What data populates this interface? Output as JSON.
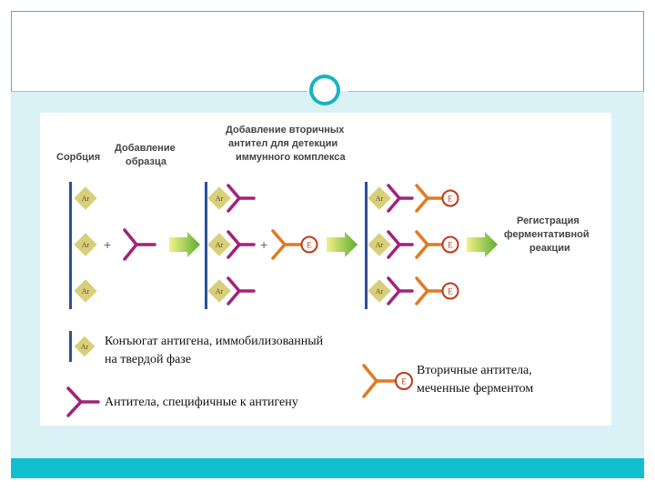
{
  "theme": {
    "frame_color": "#45b7c6",
    "ring_color": "#19b3c3",
    "bar_color": "#12bfd1",
    "content_bg": "#daf1f5"
  },
  "diagram": {
    "steps": {
      "sorption": "Сорбция",
      "sample_line1": "Добавление",
      "sample_line2": "образца",
      "secondary_line1": "Добавление вторичных",
      "secondary_line2": "антител для детекции",
      "secondary_line3": "иммунного комплекса",
      "registration_line1": "Регистрация",
      "registration_line2": "ферментативной",
      "registration_line3": "реакции"
    },
    "antigen_label": "Ar",
    "enzyme_label": "E",
    "plus_sign": "+",
    "legend": {
      "conjugate_line1": "Конъюгат антигена, иммобилизованный",
      "conjugate_line2": "на твердой фазе",
      "antibodies": "Антитела, специфичные к антигену",
      "secondary_line1": "Вторичные антитела,",
      "secondary_line2": "меченные ферментом"
    },
    "colors": {
      "plate": "#2a4f9c",
      "antigen": "#d8cf7a",
      "primary_antibody": "#a1237a",
      "secondary_antibody": "#e07a22",
      "enzyme": "#c0391b",
      "arrow_start": "#f4f08a",
      "arrow_end": "#5cae2e"
    }
  }
}
